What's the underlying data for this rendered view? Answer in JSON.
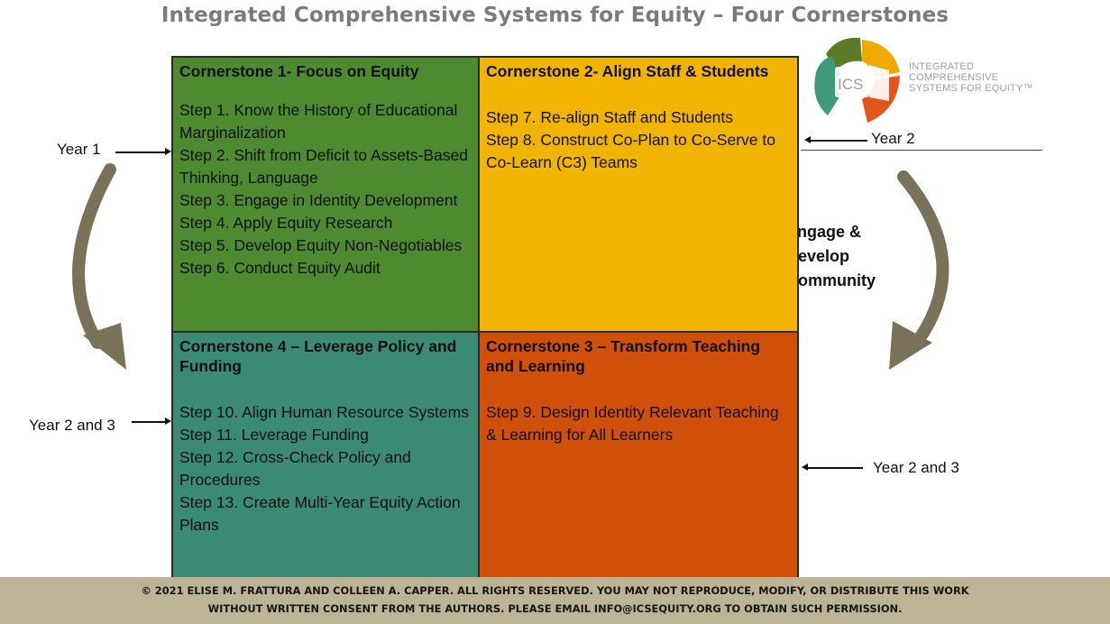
{
  "title": "Integrated Comprehensive Systems for Equity – Four Cornerstones",
  "logo": {
    "abbr": "ICS",
    "lines": [
      "INTEGRATED",
      "COMPREHENSIVE",
      "SYSTEMS FOR EQUITY™"
    ]
  },
  "cornerstones": [
    {
      "heading": "Cornerstone  1- Focus on Equity",
      "color": "#4e8a2f",
      "steps": [
        "Step 1. Know the History of Educational  Marginalization",
        "Step 2. Shift from Deficit to Assets-Based Thinking, Language",
        "Step 3. Engage  in Identity Development",
        "Step 4. Apply Equity Research",
        "Step 5. Develop  Equity Non-Negotiables",
        "Step 6. Conduct  Equity Audit"
      ]
    },
    {
      "heading": "Cornerstone  2- Align Staff & Students",
      "color": "#f1b400",
      "steps": [
        "Step 7.  Re-align  Staff and Students",
        "Step 8.  Construct Co-Plan to Co-Serve  to Co-Learn  (C3) Teams"
      ]
    },
    {
      "heading": "Cornerstone  3 – Transform Teaching and Learning",
      "color": "#cf4f0b",
      "steps": [
        "Step 9.  Design Identity Relevant Teaching & Learning for All Learners"
      ]
    },
    {
      "heading": "Cornerstone  4 – Leverage Policy and Funding",
      "color": "#3b8a73",
      "steps": [
        "Step 10.  Align Human Resource Systems",
        "Step 11. Leverage  Funding",
        "Step 12. Cross-Check  Policy and Procedures",
        "Step 13. Create  Multi-Year Equity Action Plans"
      ]
    }
  ],
  "labels": {
    "year1": "Year 1",
    "year2": "Year 2",
    "year23_left": "Year 2 and 3",
    "year23_right": "Year 2 and 3",
    "community": [
      "Engage &",
      "Develop",
      "Community"
    ]
  },
  "footer": {
    "line1": "© 2021 ELISE M. FRATTURA AND COLLEEN A. CAPPER. ALL RIGHTS RESERVED.  YOU MAY NOT REPRODUCE, MODIFY, OR DISTRIBUTE THIS WORK",
    "line2": "WITHOUT WRITTEN  CONSENT FROM THE AUTHORS. PLEASE EMAIL INFO@ICSEQUITY.ORG TO OBTAIN SUCH PERMISSION."
  }
}
